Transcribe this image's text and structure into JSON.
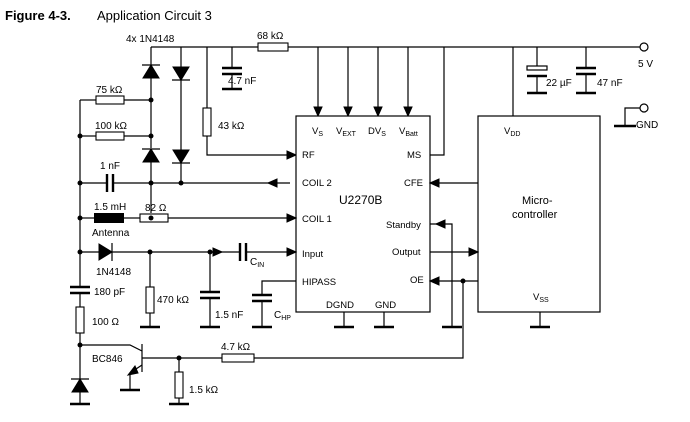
{
  "figure": {
    "number": "Figure 4-3.",
    "title": "Application Circuit 3"
  },
  "supply": {
    "vplus": "5 V",
    "gnd": "GND"
  },
  "components": {
    "diodes_bridge": "4x  1N4148",
    "r_68k": "68 kΩ",
    "c_4n7": "4.7 nF",
    "r_43k": "43 kΩ",
    "c_22u": "22 µF",
    "c_47n": "47 nF",
    "r_75k": "75 kΩ",
    "r_100k": "100 kΩ",
    "c_1n": "1 nF",
    "l_1m5": "1.5 mH",
    "r_82": "82 Ω",
    "antenna": "Antenna",
    "d_input": "1N4148",
    "r_470k": "470 kΩ",
    "c_1n5": "1.5 nF",
    "c_in_main": "C",
    "c_in_sub": "IN",
    "c_hp_main": "C",
    "c_hp_sub": "HP",
    "c_180p": "180 pF",
    "r_100": "100 Ω",
    "transistor": "BC846",
    "r_4k7": "4.7 kΩ",
    "r_1k5": "1.5 kΩ"
  },
  "ic": {
    "name": "U2270B",
    "pins": {
      "vs_main": "V",
      "vs_sub": "S",
      "vext_main": "V",
      "vext_sub": "EXT",
      "dvs_main": "DV",
      "dvs_sub": "S",
      "vbatt_main": "V",
      "vbatt_sub": "Batt",
      "rf": "RF",
      "coil2": "COIL 2",
      "coil1": "COIL 1",
      "input": "Input",
      "hipass": "HIPASS",
      "dgnd": "DGND",
      "gnd": "GND",
      "ms": "MS",
      "cfe": "CFE",
      "standby": "Standby",
      "output": "Output",
      "oe": "OE"
    }
  },
  "mcu": {
    "name_line1": "Micro-",
    "name_line2": "controller",
    "vdd_main": "V",
    "vdd_sub": "DD",
    "vss_main": "V",
    "vss_sub": "SS"
  }
}
